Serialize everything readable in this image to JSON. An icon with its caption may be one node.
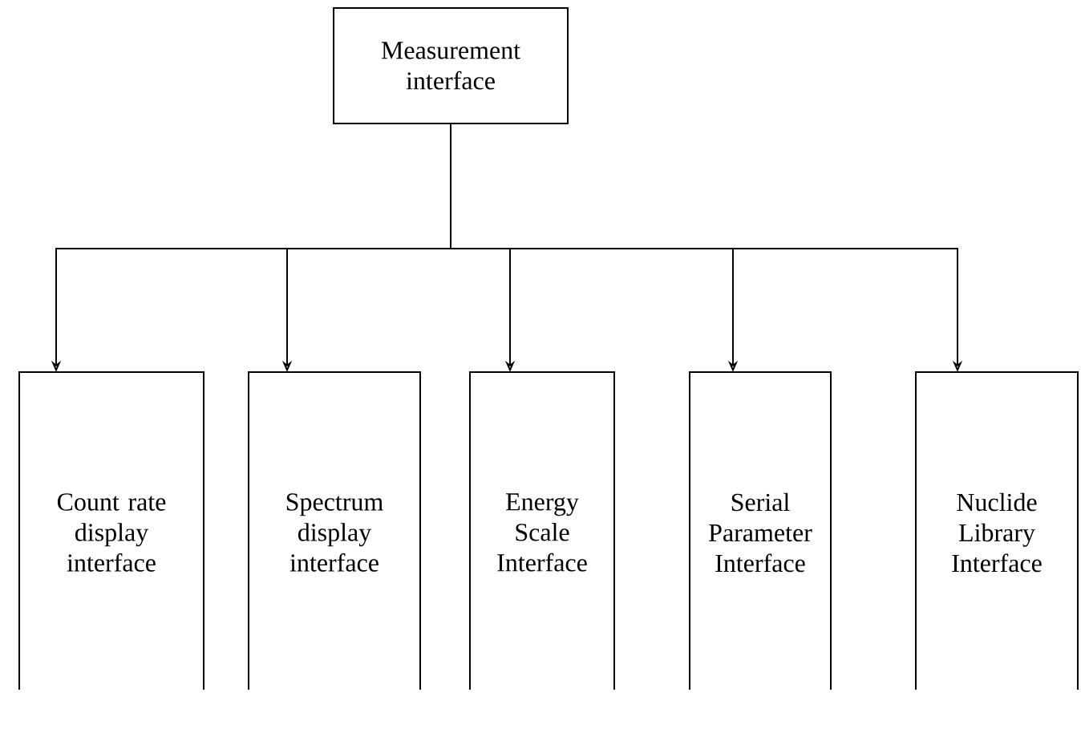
{
  "diagram": {
    "nodes": [
      {
        "text": [
          "Measurement interface"
        ]
      },
      {
        "text": [
          "Count rate display interface"
        ]
      },
      {
        "text": [
          "Spectrum display interface"
        ]
      },
      {
        "text": [
          "Energy Scale Interface"
        ]
      },
      {
        "text": [
          "Serial Parameter Interface"
        ]
      },
      {
        "text": [
          "Nuclide Library Interface"
        ]
      }
    ],
    "edges": [
      {
        "from": 0,
        "to": 1,
        "arrow": "to"
      },
      {
        "from": 0,
        "to": 2,
        "arrow": "to"
      },
      {
        "from": 0,
        "to": 3,
        "arrow": "to"
      },
      {
        "from": 0,
        "to": 4,
        "arrow": "to"
      },
      {
        "from": 0,
        "to": 5,
        "arrow": "to"
      }
    ]
  }
}
